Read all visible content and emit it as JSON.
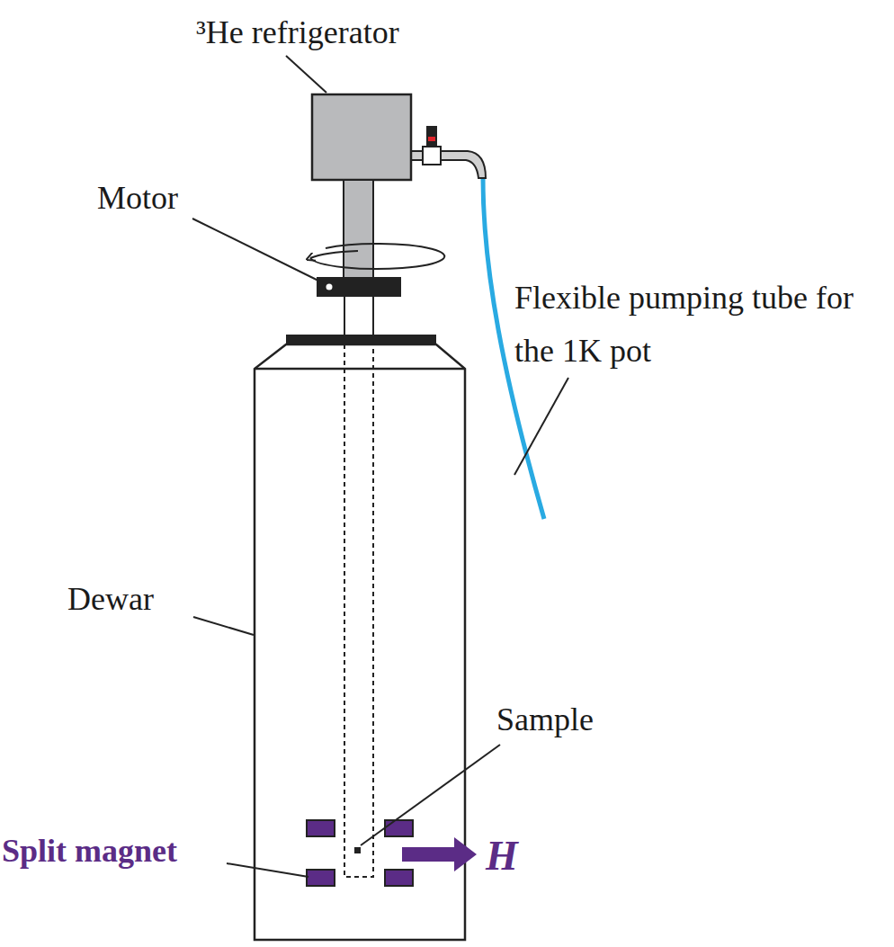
{
  "diagram": {
    "labels": [
      "³He refrigerator",
      "Motor",
      "Flexible pumping tube for the 1K pot",
      "Dewar",
      "Sample",
      "Split magnet",
      "H"
    ]
  }
}
